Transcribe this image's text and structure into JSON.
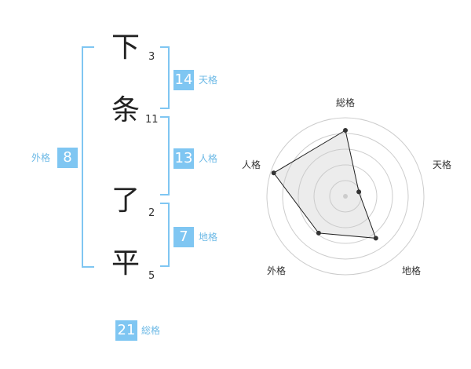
{
  "characters": [
    {
      "kanji": "下",
      "strokes": "3"
    },
    {
      "kanji": "条",
      "strokes": "11"
    },
    {
      "kanji": "了",
      "strokes": "2"
    },
    {
      "kanji": "平",
      "strokes": "5"
    }
  ],
  "fortunes": {
    "tenkaku": {
      "value": "14",
      "label": "天格"
    },
    "jinkaku": {
      "value": "13",
      "label": "人格"
    },
    "chikaku": {
      "value": "7",
      "label": "地格"
    },
    "gaikaku": {
      "value": "8",
      "label": "外格"
    },
    "soukaku": {
      "value": "21",
      "label": "総格"
    }
  },
  "radar": {
    "labels": {
      "top": "総格",
      "right": "天格",
      "bottom_right": "地格",
      "bottom_left": "外格",
      "left": "人格"
    },
    "scores": [
      0.84,
      0.18,
      0.66,
      0.58,
      0.96
    ]
  }
}
